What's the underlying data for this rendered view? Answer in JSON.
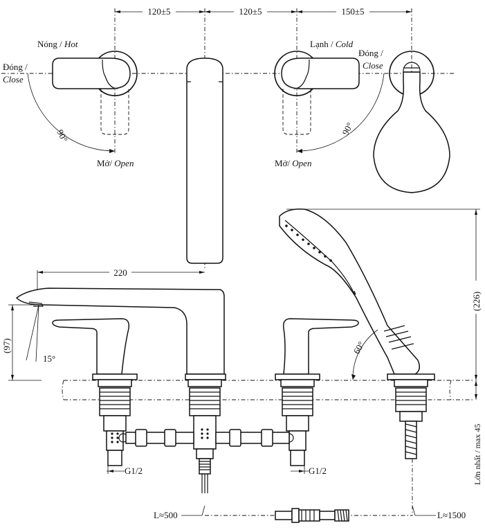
{
  "dimensions": {
    "top_spacing_1": "120±5",
    "top_spacing_2": "120±5",
    "top_spacing_3": "150±5",
    "spout_reach": "220",
    "spout_height": "(97)",
    "spout_angle": "15°",
    "shower_height": "(226)",
    "handle_rotation_hot": "90°",
    "handle_rotation_cold": "90°",
    "shower_angle": "60°",
    "deck_thickness": "Lớn nhất / max 45",
    "hose_left": "L≈500",
    "hose_right": "L≈1500"
  },
  "labels": {
    "hot_vi": "Nóng / ",
    "hot_en": "Hot",
    "cold_vi": "Lạnh / ",
    "cold_en": "Cold",
    "close_left_vi": "Đóng /",
    "close_left_en": "Close",
    "close_right_vi": "Đóng /",
    "close_right_en": "Close",
    "open_left_vi": "Mở/ ",
    "open_left_en": "Open",
    "open_right_vi": "Mở/ ",
    "open_right_en": "Open",
    "thread_left": "G1/2",
    "thread_right": "G1/2"
  }
}
